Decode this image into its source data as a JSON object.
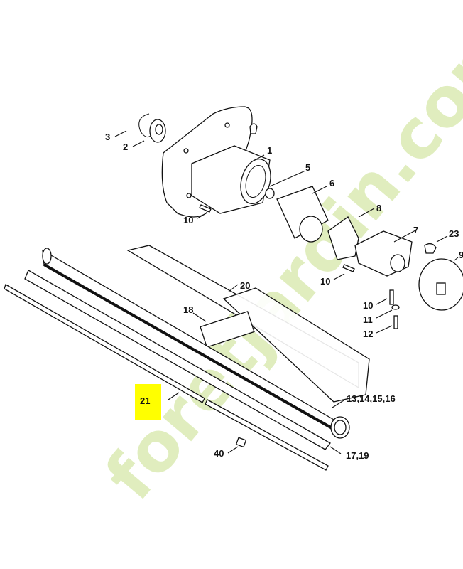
{
  "diagram": {
    "title": "Parts diagram - drive tube and gear housing",
    "highlight_color": "#ffff00",
    "labels": {
      "p1": "1",
      "p2": "2",
      "p3": "3",
      "p5": "5",
      "p6": "6",
      "p7": "7",
      "p8": "8",
      "p9": "9",
      "p10a": "10",
      "p10b": "10",
      "p10c": "10",
      "p11": "11",
      "p12": "12",
      "p13": "13,14,15,16",
      "p17": "17,19",
      "p18": "18",
      "p20": "20",
      "p21": "21",
      "p23": "23",
      "p40": "40"
    },
    "highlighted_part": "21"
  },
  "watermark": {
    "text": "foretjardin.com",
    "colors": [
      "#c7e08a",
      "#f2c48a",
      "#c9c0b5"
    ]
  }
}
